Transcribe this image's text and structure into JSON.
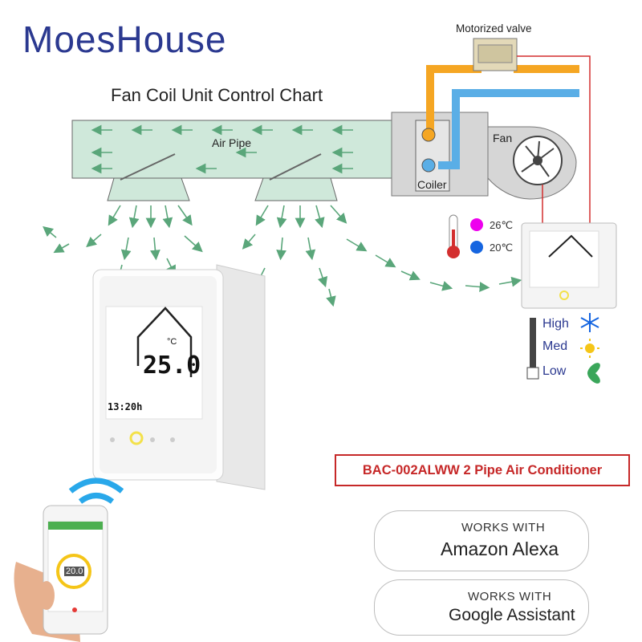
{
  "brand": {
    "logo": "MoesHouse"
  },
  "diagram": {
    "title": "Fan Coil Unit Control Chart",
    "labels": {
      "air_pipe": "Air Pipe",
      "motorized_valve": "Motorized valve",
      "fan": "Fan",
      "coiler": "Coiler"
    },
    "temperatures": {
      "hot": "26℃",
      "cold": "20℃"
    },
    "fan_speeds": {
      "high": "High",
      "med": "Med",
      "low": "Low"
    }
  },
  "thermostat": {
    "time": "13:20h",
    "temperature": "25.0",
    "unit": "°C"
  },
  "phone": {
    "set_temp": "20.0"
  },
  "product": {
    "model_label": "BAC-002ALWW 2 Pipe Air Conditioner"
  },
  "badges": {
    "alexa": {
      "line1": "WORKS WITH",
      "line2": "Amazon Alexa"
    },
    "google": {
      "line1": "WORKS WITH",
      "line2": "Google Assistant"
    }
  },
  "colors": {
    "brand": "#2b3990",
    "hot_pipe": "#f5a623",
    "cold_pipe": "#5aaee6",
    "airflow": "#5aa67a",
    "accent_red": "#c62828"
  }
}
